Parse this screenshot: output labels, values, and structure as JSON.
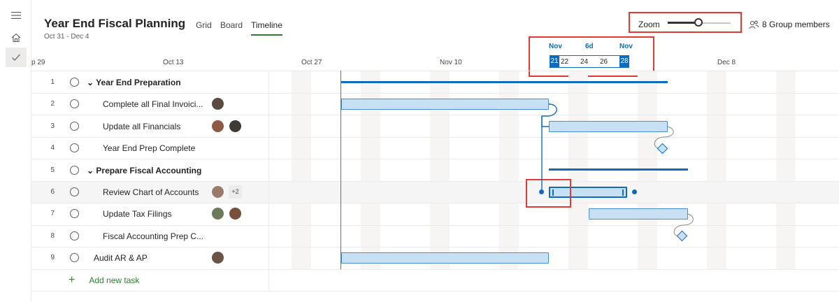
{
  "header": {
    "title": "Year End Fiscal Planning",
    "date_range": "Oct 31 - Dec 4",
    "views": [
      "Grid",
      "Board",
      "Timeline"
    ],
    "active_view": "Timeline",
    "zoom_label": "Zoom",
    "zoom_level": 0.49,
    "members_label": "8 Group members"
  },
  "rail": {
    "menu_icon": "hamburger-icon",
    "home_icon": "home-icon",
    "check_icon": "checkmark-icon"
  },
  "date_header": {
    "labels": [
      "p 29",
      "Oct 13",
      "Oct 27",
      "Nov 10",
      "Dec 8"
    ],
    "range_popup": {
      "start_month": "Nov",
      "duration": "6d",
      "end_month": "Nov",
      "days": [
        "21",
        "22",
        "24",
        "26",
        "28"
      ]
    }
  },
  "tasks": [
    {
      "num": "1",
      "name": "Year End Preparation",
      "group": true
    },
    {
      "num": "2",
      "name": "Complete all Final Invoici...",
      "group": false
    },
    {
      "num": "3",
      "name": "Update all Financials",
      "group": false
    },
    {
      "num": "4",
      "name": "Year End Prep Complete",
      "group": false
    },
    {
      "num": "5",
      "name": "Prepare Fiscal Accounting",
      "group": true
    },
    {
      "num": "6",
      "name": "Review Chart of Accounts",
      "group": false,
      "more": "+2"
    },
    {
      "num": "7",
      "name": "Update Tax Filings",
      "group": false
    },
    {
      "num": "8",
      "name": "Fiscal Accounting Prep C...",
      "group": false
    },
    {
      "num": "9",
      "name": "Audit AR & AP",
      "group": false
    }
  ],
  "add_task": {
    "icon": "plus-icon",
    "label": "Add new task"
  },
  "colors": {
    "accent": "#0f6cbd",
    "bar_fill": "#c7e0f4",
    "today_line": "#e53935",
    "highlight_border": "#e53935",
    "add_task": "#2e7d32"
  }
}
